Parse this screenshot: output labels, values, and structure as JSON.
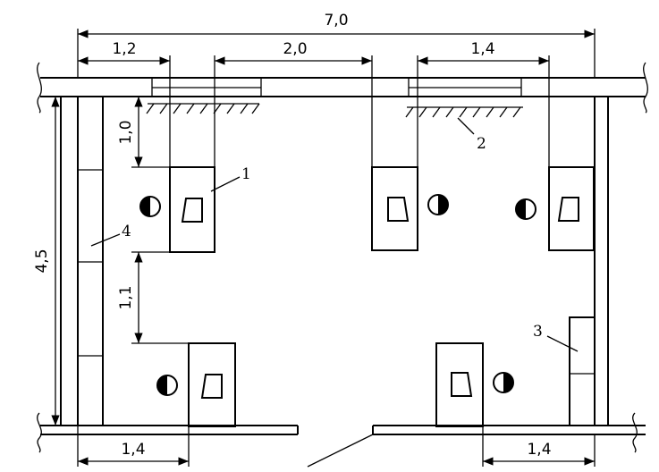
{
  "dimensions": {
    "total_width": "7,0",
    "gap_left": "1,2",
    "gap_middle": "2,0",
    "gap_right": "1,4",
    "room_depth": "4,5",
    "window_to_desk": "1,0",
    "desk_spacing": "1,1",
    "bottom_left": "1,4",
    "bottom_right": "1,4"
  },
  "callouts": {
    "desk": "1",
    "window_zone": "2",
    "right_cabinet": "3",
    "left_cabinet": "4"
  }
}
